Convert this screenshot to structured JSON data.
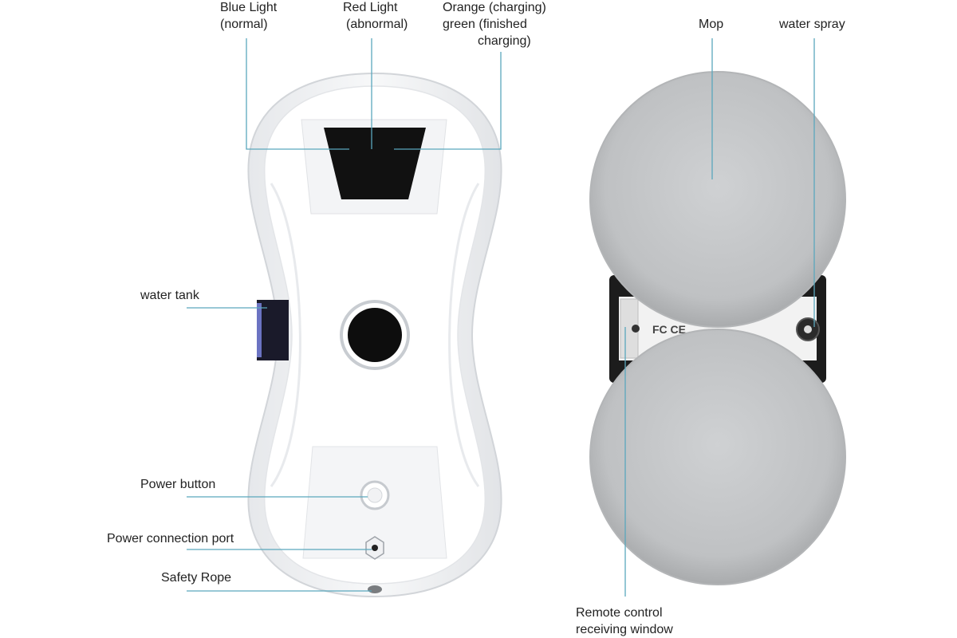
{
  "labels": {
    "blue_light": [
      "Blue Light",
      "(normal)"
    ],
    "red_light": [
      "Red Light",
      "(abnormal)"
    ],
    "orange_light": [
      "Orange (charging)",
      "green (finished",
      "charging)"
    ],
    "water_tank": "water tank",
    "power_button": "Power button",
    "power_port": "Power connection port",
    "safety_rope": "Safety Rope",
    "mop": "Mop",
    "water_spray": "water spray",
    "remote_window": [
      "Remote control",
      "receiving window"
    ]
  },
  "device_markings": {
    "certification": "FC CE"
  },
  "colors": {
    "leader_line": "#5aa7bd",
    "body": "#ffffff",
    "shell_edge": "#d9dce0",
    "display": "#111111",
    "tank": "#1a1a2a",
    "mop": "#c4c6c8"
  }
}
